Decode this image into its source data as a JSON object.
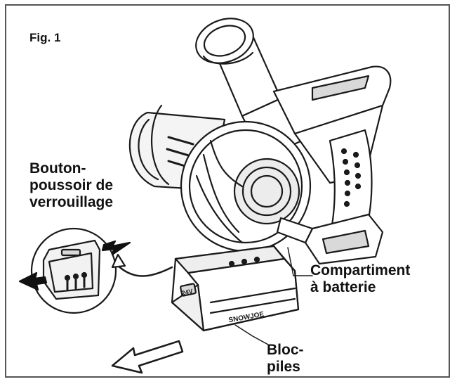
{
  "figure": {
    "number_label": "Fig. 1"
  },
  "callouts": {
    "lock_button": [
      "Bouton-",
      "poussoir de",
      "verrouillage"
    ],
    "battery_compartment": [
      "Compartiment",
      "à batterie"
    ],
    "battery_pack": [
      "Bloc-",
      "piles"
    ]
  },
  "battery_pack_markings": {
    "voltage": "24V",
    "brand": "SNOWJOE"
  },
  "colors": {
    "line": "#1a1a1a",
    "frame": "#555555",
    "fill": "#ffffff",
    "shade": "#d9d9d9"
  }
}
